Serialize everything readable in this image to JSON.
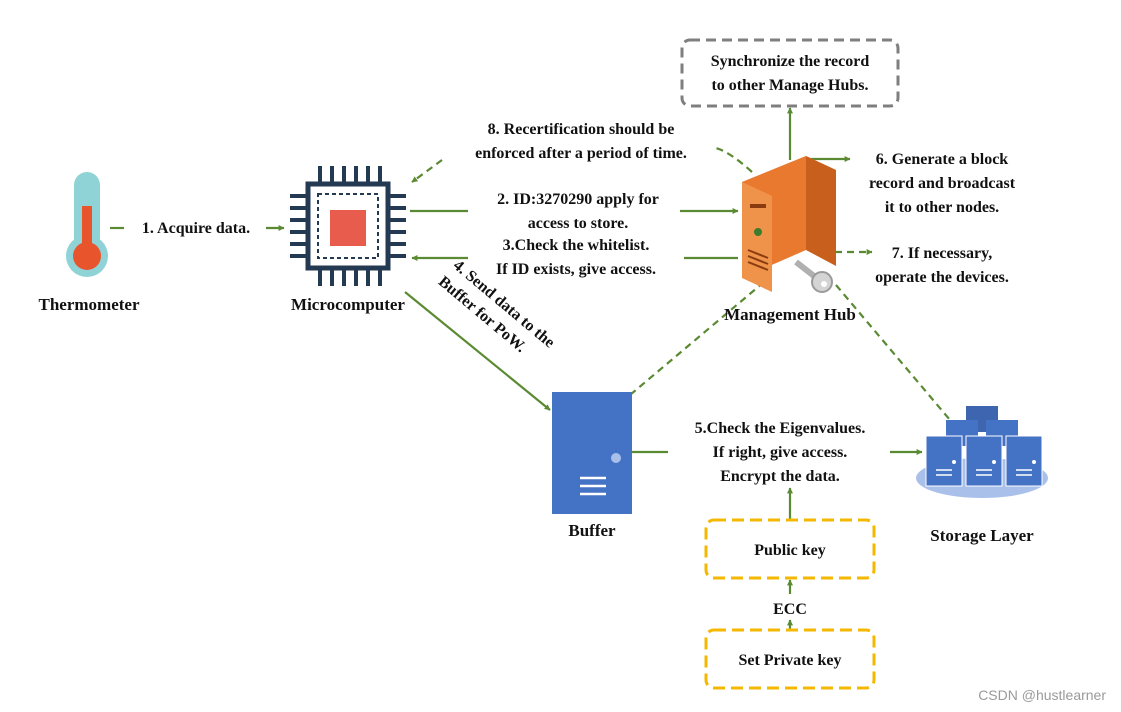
{
  "colors": {
    "arrow": "#5a8a32",
    "thermometer_tube": "#8fd3d6",
    "thermometer_fill": "#e8542b",
    "chip_dark": "#233a52",
    "chip_core": "#e85c4e",
    "server_blue": "#4472c4",
    "hub_orange": "#e8792e",
    "key_box": "#f5b800",
    "sync_box": "#7f7f7f",
    "watermark": "#9a9a9a"
  },
  "nodes": {
    "thermometer": {
      "label": "Thermometer",
      "icon": "thermometer-icon"
    },
    "microcomputer": {
      "label": "Microcomputer",
      "icon": "chip-icon"
    },
    "management_hub": {
      "label": "Management Hub",
      "icon": "server-tower-icon"
    },
    "buffer": {
      "label": "Buffer",
      "icon": "server-icon"
    },
    "storage": {
      "label": "Storage Layer",
      "icon": "server-cluster-icon"
    },
    "sync_box": {
      "line1": "Synchronize the record",
      "line2": "to other Manage Hubs."
    },
    "public_key": {
      "label": "Public key"
    },
    "private_key": {
      "label": "Set Private key"
    },
    "ecc": {
      "label": "ECC"
    }
  },
  "steps": {
    "s1": {
      "line1": "1. Acquire data."
    },
    "s2": {
      "line1": "2. ID:3270290 apply for",
      "line2": "access to store."
    },
    "s3": {
      "line1": "3.Check the whitelist.",
      "line2": "If ID exists, give access."
    },
    "s4": {
      "line1": "4. Send data to the",
      "line2": "Buffer for PoW."
    },
    "s5": {
      "line1": "5.Check the Eigenvalues.",
      "line2": "If right, give access.",
      "line3": "Encrypt the data."
    },
    "s6": {
      "line1": "6. Generate a block",
      "line2": "record and broadcast",
      "line3": "it to other nodes."
    },
    "s7": {
      "line1": "7. If necessary,",
      "line2": "operate the devices."
    },
    "s8": {
      "line1": "8. Recertification should be",
      "line2": "enforced after a period of time."
    }
  },
  "watermark": "CSDN @hustlearner"
}
